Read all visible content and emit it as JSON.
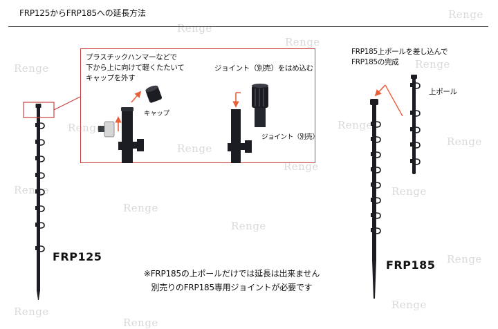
{
  "title": "FRP125からFRP185への延長方法",
  "watermark": "Renge",
  "inset": {
    "instruction_lines": [
      "プラスチックハンマーなどで",
      "下から上に向けて軽くたたいて",
      "キャップを外す"
    ],
    "cap_label": "キャップ",
    "joint_instruction": "ジョイント（別売）をはめ込む",
    "joint_label": "ジョイント（別売）"
  },
  "left_pole_label": "FRP125",
  "right_pole_label": "FRP185",
  "completion_lines": [
    "FRP185上ポールを差し込んで",
    "FRP185の完成"
  ],
  "upper_pole_label": "上ポール",
  "note_lines": [
    "※FRP185の上ポールだけでは延長は出来ません",
    "別売りのFRP185専用ジョイントが必要です"
  ],
  "colors": {
    "accent_red": "#c9413f",
    "arrow_orange": "#e8603a",
    "pole": "#1b1d22"
  }
}
